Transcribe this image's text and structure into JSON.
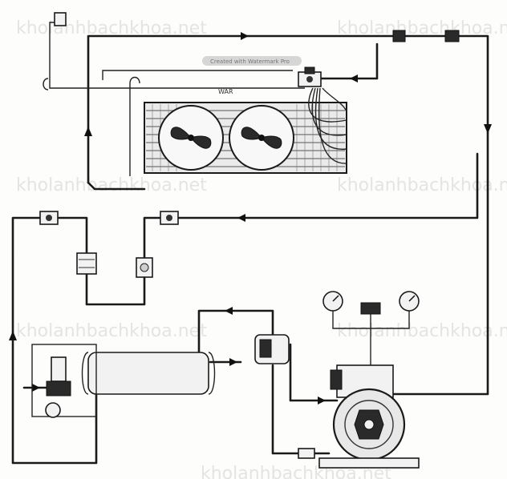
{
  "watermarks": [
    "kholanhbachkhoa.net",
    "kholanhbachkhoa.net",
    "kholanhbachkhoa.net",
    "kholanhbachkhoa.net",
    "kholanhbachkhoa.net",
    "kholanhbachkhoa.net",
    "kholanhbachkhoa.net"
  ],
  "badge": "Created with Watermark Pro",
  "valve_label": "WAR",
  "colors": {
    "line": "#1a1a1a",
    "paper": "#fdfdfb",
    "watermark": "#e4e4e4"
  },
  "components": {
    "condenser": "condenser-coil",
    "fans": [
      "fan-left",
      "fan-right"
    ],
    "expansion_valve": "expansion-valve",
    "receiver": "liquid-receiver",
    "compressor": "compressor",
    "gauges": [
      "suction-gauge",
      "discharge-gauge"
    ],
    "filter_drier": "filter-drier",
    "sight_glass": "sight-glass"
  }
}
